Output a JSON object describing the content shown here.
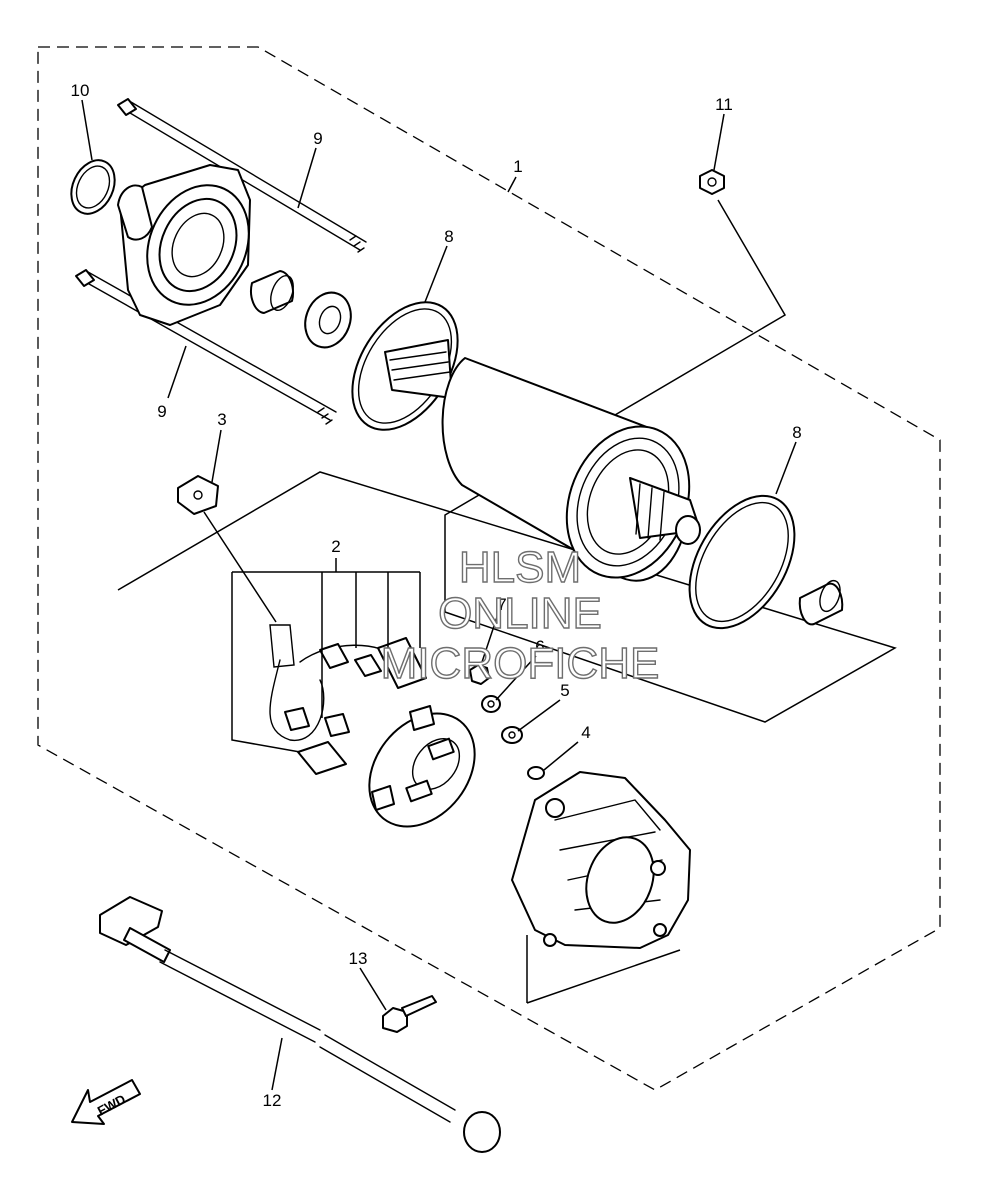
{
  "watermark": {
    "line1": "HLSM",
    "line2": "ONLINE",
    "line3": "MICROFICHE"
  },
  "callouts": {
    "c1": "1",
    "c2": "2",
    "c3": "3",
    "c4": "4",
    "c5": "5",
    "c6": "6",
    "c7": "7",
    "c8a": "8",
    "c8b": "8",
    "c9a": "9",
    "c9b": "9",
    "c10": "10",
    "c11": "11",
    "c12": "12",
    "c13": "13"
  },
  "direction_badge": "FWD"
}
